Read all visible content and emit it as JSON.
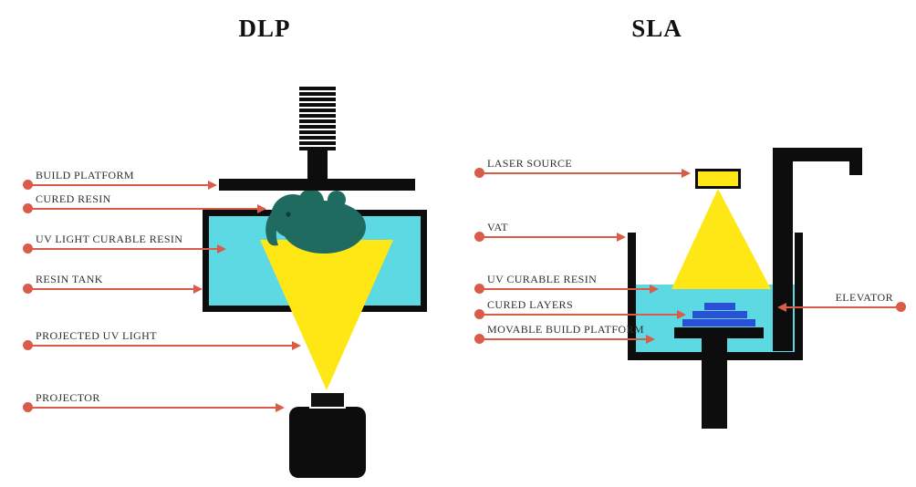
{
  "dlp": {
    "title": "DLP",
    "labels": [
      {
        "text": "BUILD PLATFORM"
      },
      {
        "text": "CURED RESIN"
      },
      {
        "text": "UV LIGHT CURABLE RESIN"
      },
      {
        "text": "RESIN TANK"
      },
      {
        "text": "PROJECTED UV LIGHT"
      },
      {
        "text": "PROJECTOR"
      }
    ]
  },
  "sla": {
    "title": "SLA",
    "labels": [
      {
        "text": "LASER SOURCE"
      },
      {
        "text": "VAT"
      },
      {
        "text": "UV CURABLE RESIN"
      },
      {
        "text": "CURED LAYERS"
      },
      {
        "text": "MOVABLE BUILD PLATFORM"
      },
      {
        "text": "ELEVATOR"
      }
    ]
  },
  "colors": {
    "arrow_red": "#d95c49",
    "resin_cyan": "#5cd9e2",
    "uv_yellow": "#ffe715",
    "cured_teal": "#1f6b60",
    "layer_blue": "#2b50d8",
    "ink_black": "#0d0d0d",
    "text_dark": "#2e2e2e"
  }
}
